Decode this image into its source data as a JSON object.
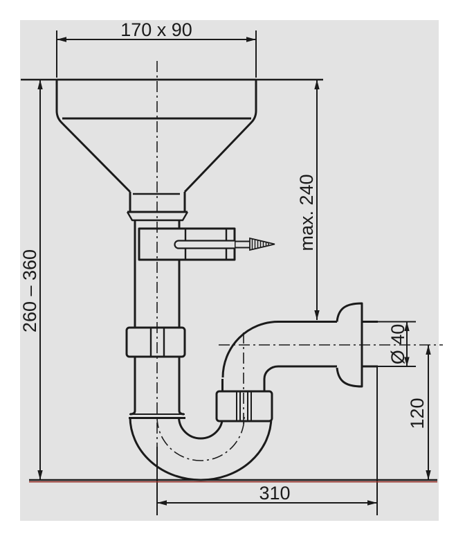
{
  "drawing": {
    "labels": {
      "top_width": "170 x 90",
      "height_range": "260 – 360",
      "max_depth": "max. 240",
      "outlet_diameter": "Ø 40",
      "outlet_height": "120",
      "horizontal_reach": "310"
    },
    "colors": {
      "background": "#e3e3e3",
      "line": "#1b1b1b",
      "baseline_red": "#993129"
    }
  }
}
